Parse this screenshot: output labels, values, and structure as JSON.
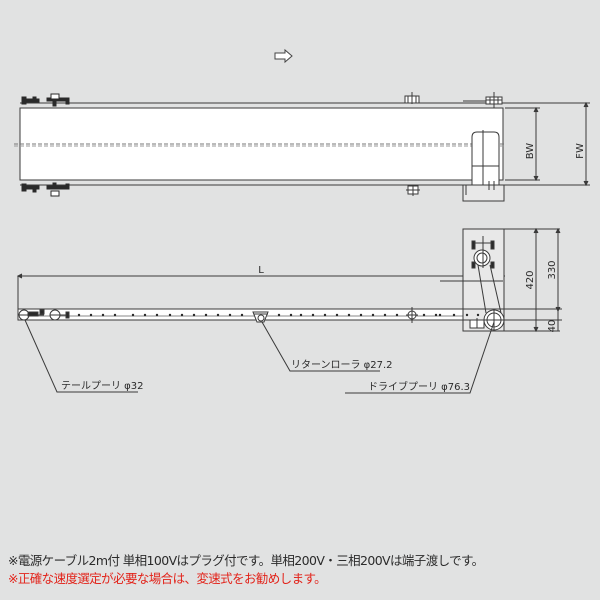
{
  "drawing": {
    "direction_arrow": "right-arrow-icon",
    "top_view": {
      "dimension_labels": {
        "bw": "BW",
        "fw": "FW"
      }
    },
    "side_view": {
      "dimension_labels": {
        "length": "L",
        "height_total": "420",
        "height_upper": "330",
        "height_lower": "40"
      },
      "callouts": [
        {
          "label": "テールプーリ φ32"
        },
        {
          "label": "リターンローラ φ27.2"
        },
        {
          "label": "ドライブプーリ φ76.3"
        }
      ]
    }
  },
  "notes": {
    "line1": "※電源ケーブル2m付  単相100Vはプラグ付です。単相200V・三相200Vは端子渡しです。",
    "line2": "※正確な速度選定が必要な場合は、変速式をお勧めします。"
  },
  "colors": {
    "background": "#e1e2e2",
    "line": "#3a3a3a",
    "belt_fill": "#ffffff",
    "note_text": "#2b2b2b",
    "warning_text": "#e2231a"
  }
}
